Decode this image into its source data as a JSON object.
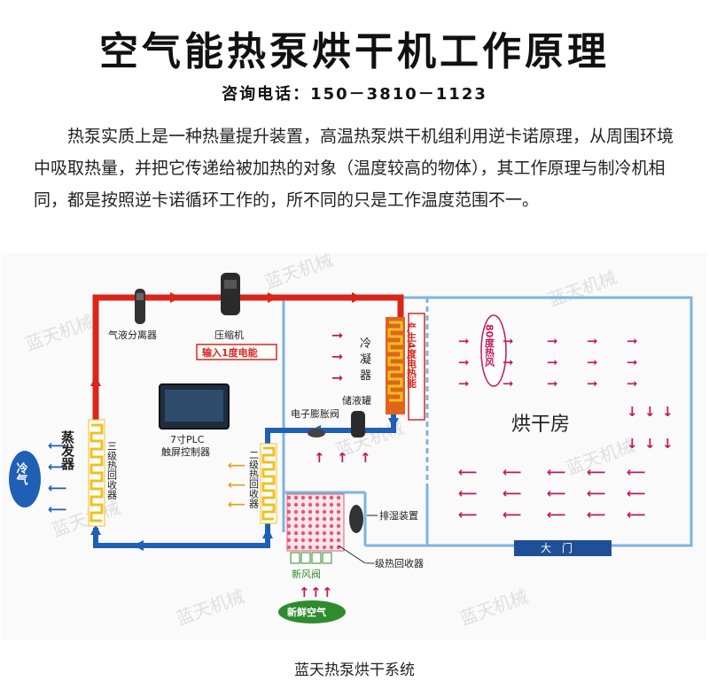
{
  "header": {
    "title": "空气能热泵烘干机工作原理",
    "phone": "咨询电话：150－3810－1123"
  },
  "intro": "热泵实质上是一种热量提升装置，高温热泵烘干机组利用逆卡诺原理，从周围环境中吸取热量，并把它传递给被加热的对象（温度较高的物体），其工作原理与制冷机相同，都是按照逆卡诺循环工作的，所不同的只是工作温度范围不一。",
  "diagram": {
    "labels": {
      "gas_liquid_separator": "气液分离器",
      "compressor": "压缩机",
      "power_input": "输入1度电能",
      "condenser_line1": "冷",
      "condenser_line2": "凝",
      "condenser_line3": "器",
      "heat_output": "产生4度电热能",
      "hot_air": "80度热风",
      "drying_room": "烘干房",
      "controller_line1": "7寸PLC",
      "controller_line2": "触屏控制器",
      "liquid_tank": "储液罐",
      "expansion_valve": "电子膨胀阀",
      "evaporator": "蒸发器",
      "cold_air": "冷气",
      "third_recovery": "三级热回收器",
      "second_recovery": "二级热回收器",
      "dehumidifier": "排湿装置",
      "first_recovery": "一级热回收器",
      "fresh_air_valve": "新风阀",
      "fresh_air": "新鲜空气",
      "door": "大　门",
      "watermark": "蓝天机械"
    },
    "colors": {
      "hot_pipe": "#d9261c",
      "cold_pipe": "#1f5fb5",
      "coil": "#f0c020",
      "air_arrow": "#c2185b",
      "room_border": "#7fb3de",
      "green": "#2e8b2e",
      "navy": "#1f4f96"
    }
  },
  "caption": "蓝天热泵烘干系统"
}
